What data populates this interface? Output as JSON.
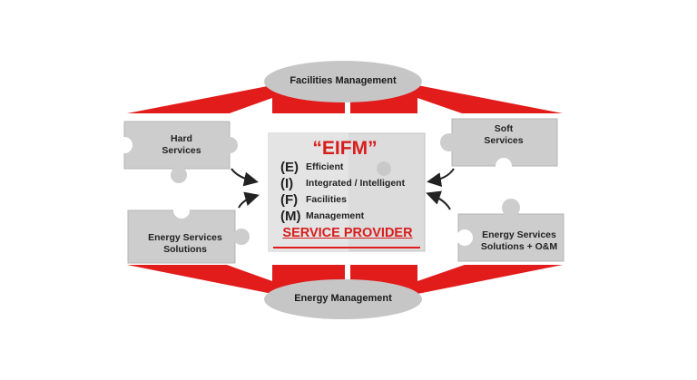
{
  "ovals": {
    "top": "Facilities Management",
    "bottom": "Energy Management"
  },
  "pieces": {
    "hard": [
      "Hard",
      "Services"
    ],
    "soft": [
      "Soft",
      "Services"
    ],
    "esol": [
      "Energy Services",
      "Solutions"
    ],
    "esom": [
      "Energy Services",
      "Solutions + O&M"
    ]
  },
  "center": {
    "title": "“EIFM”",
    "rows": [
      {
        "letter": "(E)",
        "word": "Efficient"
      },
      {
        "letter": "(I)",
        "word": "Integrated / Intelligent"
      },
      {
        "letter": "(F)",
        "word": "Facilities"
      },
      {
        "letter": "(M)",
        "word": "Management"
      }
    ],
    "provider": "SERVICE PROVIDER"
  },
  "colors": {
    "red": "#e21b1b",
    "piece": "#cdcdcd",
    "accent_text": "#d91c1c"
  }
}
